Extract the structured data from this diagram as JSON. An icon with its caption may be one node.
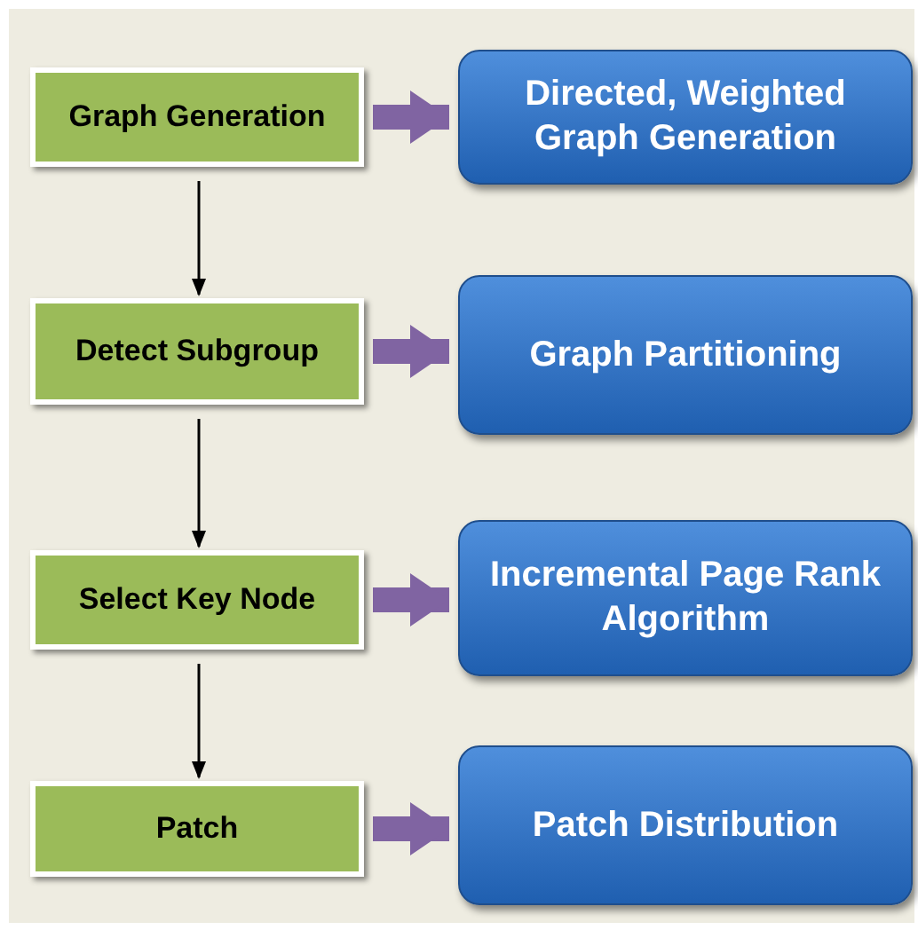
{
  "diagram": {
    "nodes": [
      {
        "text": [
          "Graph Generation"
        ]
      },
      {
        "text": [
          "Detect Subgroup"
        ]
      },
      {
        "text": [
          "Select Key Node"
        ]
      },
      {
        "text": [
          "Patch"
        ]
      },
      {
        "text": [
          "Directed, Weighted Graph Generation"
        ]
      },
      {
        "text": [
          "Graph Partitioning"
        ]
      },
      {
        "text": [
          "Incremental Page Rank Algorithm"
        ]
      },
      {
        "text": [
          "Patch Distribution"
        ]
      }
    ],
    "edges": [
      {
        "from": 0,
        "to": 1,
        "arrow": "to",
        "color": "#000000"
      },
      {
        "from": 1,
        "to": 2,
        "arrow": "to",
        "color": "#000000"
      },
      {
        "from": 2,
        "to": 3,
        "arrow": "to",
        "color": "#000000"
      },
      {
        "from": 0,
        "to": 4,
        "arrow": "to"
      },
      {
        "from": 1,
        "to": 5,
        "arrow": "to"
      },
      {
        "from": 2,
        "to": 6,
        "arrow": "to"
      },
      {
        "from": 3,
        "to": 7,
        "arrow": "to"
      }
    ]
  }
}
